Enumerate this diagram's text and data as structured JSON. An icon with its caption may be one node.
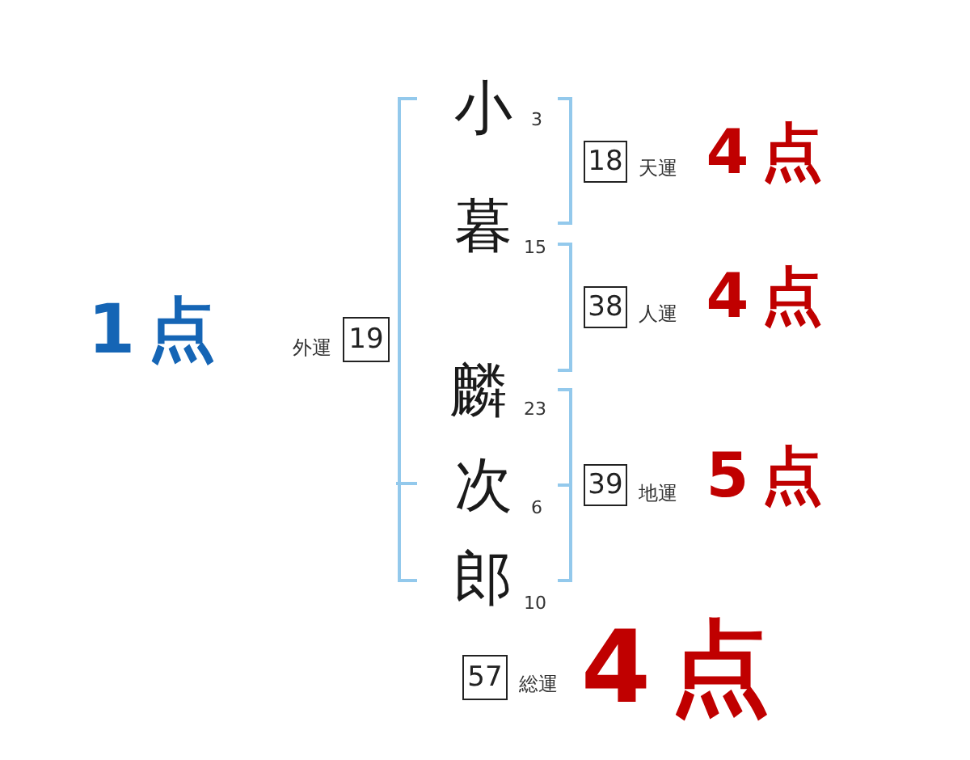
{
  "diagram": {
    "nodes": [
      {
        "text": [
          "18"
        ],
        "beside": [
          "天運"
        ]
      },
      {
        "text": [
          "38"
        ],
        "beside": [
          "人運"
        ]
      },
      {
        "text": [
          "19"
        ],
        "beside": [
          "外運"
        ]
      },
      {
        "text": [
          "39"
        ],
        "beside": [
          "地運"
        ]
      },
      {
        "text": [
          "57"
        ],
        "beside": [
          "総運"
        ]
      }
    ],
    "labels": [
      "小",
      "3",
      "4点",
      "暮",
      "15",
      "4点",
      "1点",
      "麟",
      "23",
      "次",
      "6",
      "5点",
      "郎",
      "10",
      "4点"
    ]
  }
}
